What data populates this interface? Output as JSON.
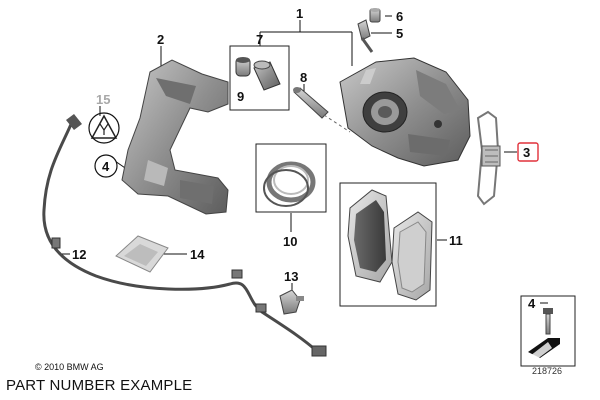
{
  "diagram": {
    "callouts": {
      "c1": "1",
      "c2": "2",
      "c3": "3",
      "c4": "4",
      "c5": "5",
      "c6": "6",
      "c7": "7",
      "c8": "8",
      "c9": "9",
      "c10": "10",
      "c11": "11",
      "c12": "12",
      "c13": "13",
      "c14": "14",
      "c15": "15",
      "c4b": "4"
    },
    "highlight_color": "#e0303a",
    "muted_color": "#a8a8a8"
  },
  "footer": {
    "copyright": "© 2010 BMW AG",
    "caption": "PART NUMBER EXAMPLE",
    "diagram_id": "218726"
  }
}
